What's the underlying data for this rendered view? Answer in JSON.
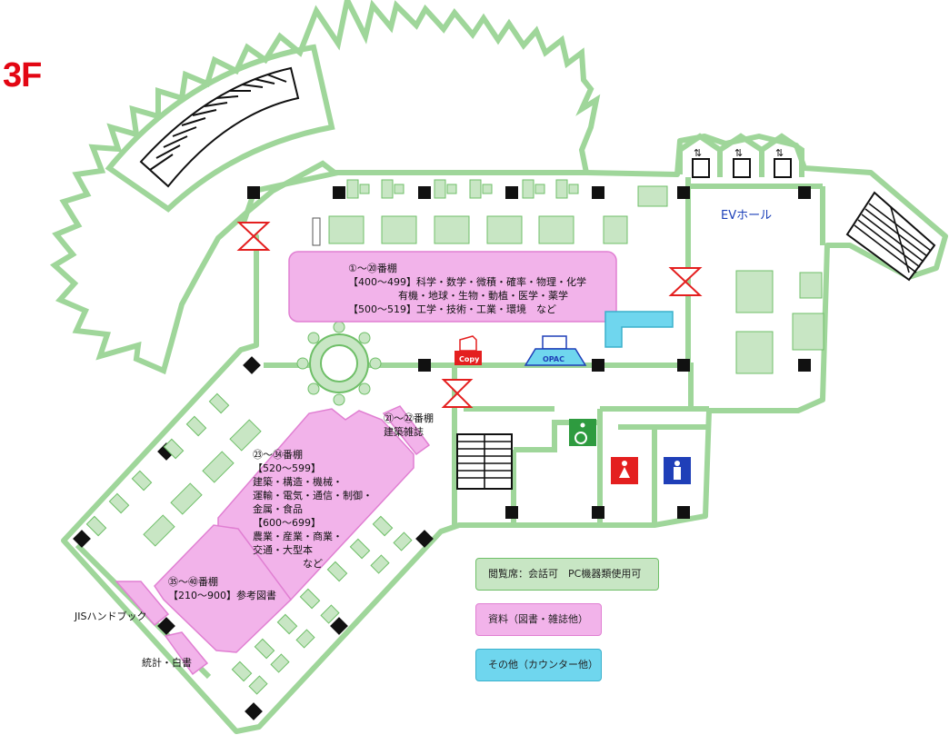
{
  "floor_label": "3F",
  "ev_hall": "EVホール",
  "copy_label": "Copy",
  "opac_label": "OPAC",
  "shelves": {
    "s1_20": "①～⑳番棚\n【400～499】科学・数学・微積・確率・物理・化学\n　　　　　有機・地球・生物・動植・医学・薬学\n【500～519】工学・技術・工業・環境　など",
    "s21_22": "㉑～㉒番棚\n建築雑誌",
    "s23_34": "㉓～㉞番棚\n【520～599】\n建築・構造・機械・\n運輸・電気・通信・制御・\n金属・食品\n【600～699】\n農業・産業・商業・\n交通・大型本\n　　　　　など",
    "s35_40": "㉟～㊵番棚\n【210～900】参考図書"
  },
  "side_labels": {
    "jis": "JISハンドブック",
    "stats": "統計・白書"
  },
  "legend": {
    "reading": "閲覧席：会話可　PC機器類使用可",
    "materials": "資料（図書・雑誌他）",
    "other": "その他（カウンター他）"
  },
  "colors": {
    "wall": "#9fd69a",
    "seat": "#c8e6c4",
    "seat_dark": "#6fbf68",
    "shelf": "#f2b3ea",
    "shelf_border": "#e07fd2",
    "other": "#6fd6ee",
    "pillar": "#111111",
    "women": "#e41f1f",
    "men": "#1f3fb8",
    "accessible": "#2e9b3f",
    "floor_label": "#e30613"
  }
}
